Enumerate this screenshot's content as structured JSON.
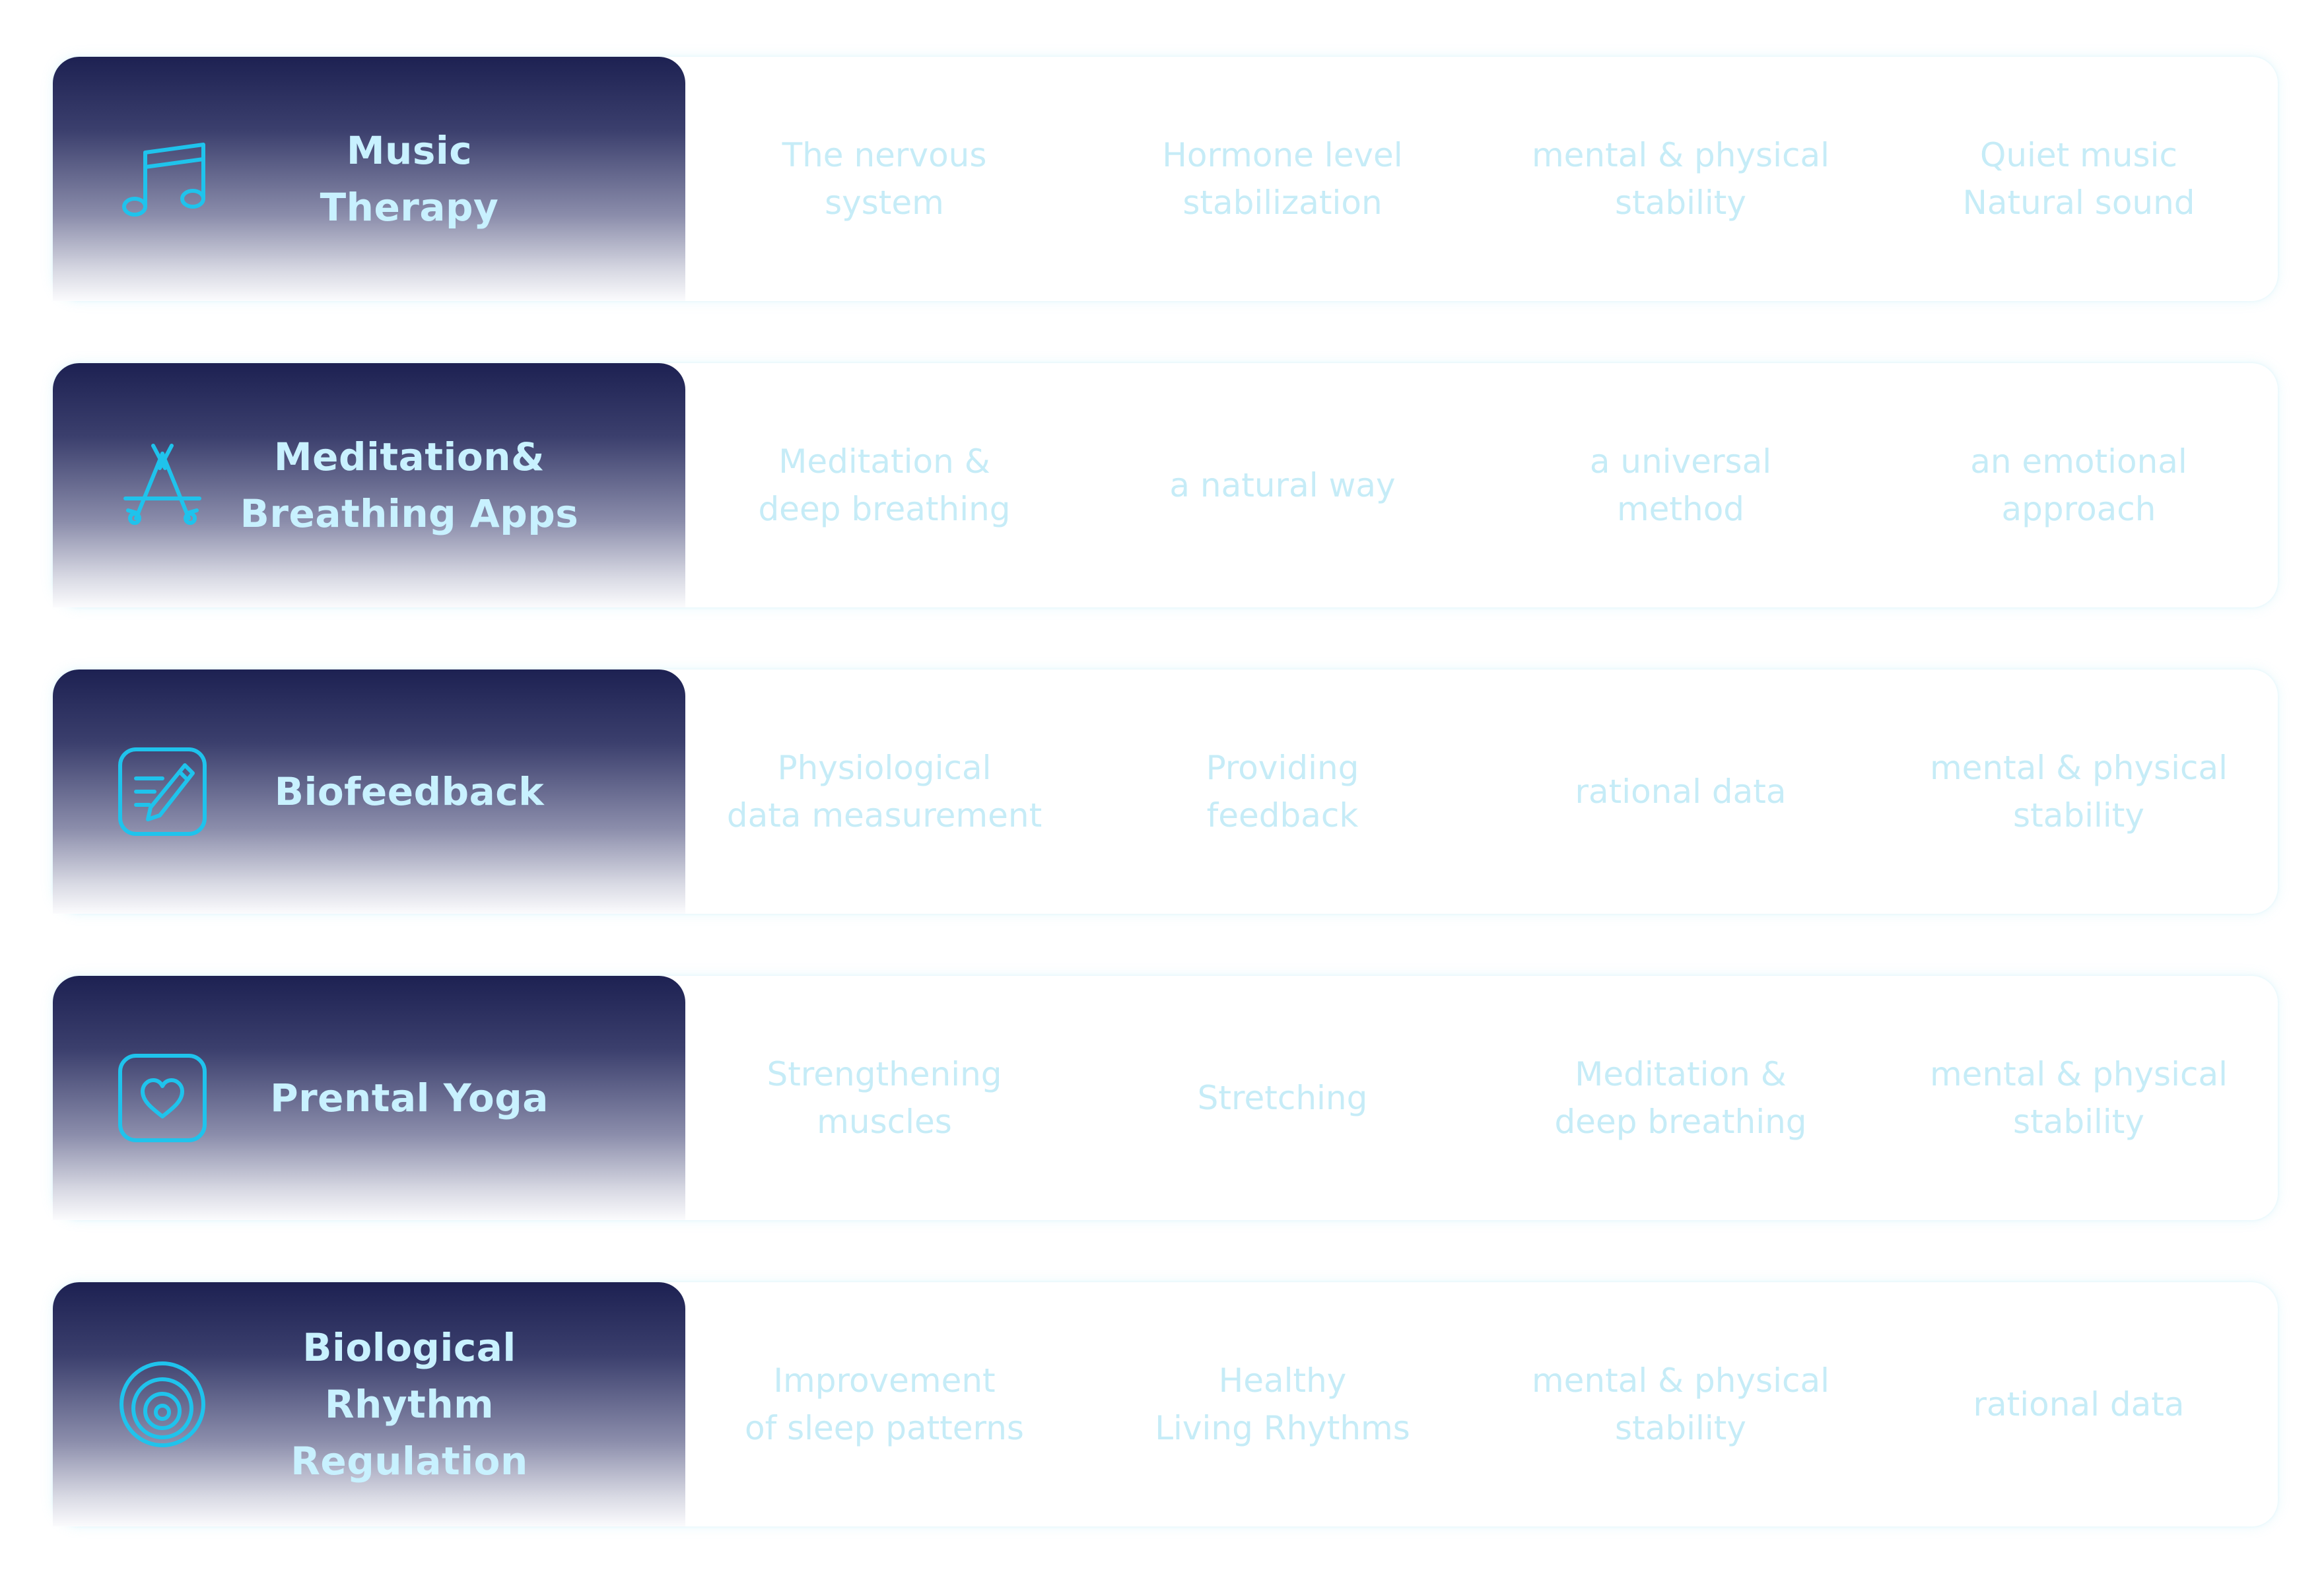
{
  "colors": {
    "label_gradient_top": "#1d2152",
    "label_gradient_bottom": "#fbfbfd",
    "label_text": "#c8f1ff",
    "icon_stroke": "#1fc3ec",
    "cell_text": "#c6ecf7"
  },
  "rows": [
    {
      "icon": "music-note-icon",
      "label": "Music\nTherapy",
      "cells": [
        "The nervous\nsystem",
        "Hormone level\nstabilization",
        "mental & physical\nstability",
        "Quiet music\nNatural sound"
      ]
    },
    {
      "icon": "app-store-icon",
      "label": "Meditation&\nBreathing Apps",
      "cells": [
        "Meditation &\ndeep breathing",
        "a natural way",
        "a universal\nmethod",
        "an emotional\napproach"
      ]
    },
    {
      "icon": "pencil-note-icon",
      "label": "Biofeedback",
      "cells": [
        "Physiological\ndata measurement",
        "Providing\nfeedback",
        "rational data",
        "mental & physical\nstability"
      ]
    },
    {
      "icon": "heart-square-icon",
      "label": "Prental Yoga",
      "cells": [
        "Strengthening\nmuscles",
        "Stretching",
        "Meditation &\ndeep breathing",
        "mental & physical\nstability"
      ]
    },
    {
      "icon": "concentric-rings-icon",
      "label": "Biological Rhythm\nRegulation",
      "cells": [
        "Improvement\nof sleep patterns",
        "Healthy\nLiving Rhythms",
        "mental & physical\nstability",
        "rational data"
      ]
    }
  ]
}
